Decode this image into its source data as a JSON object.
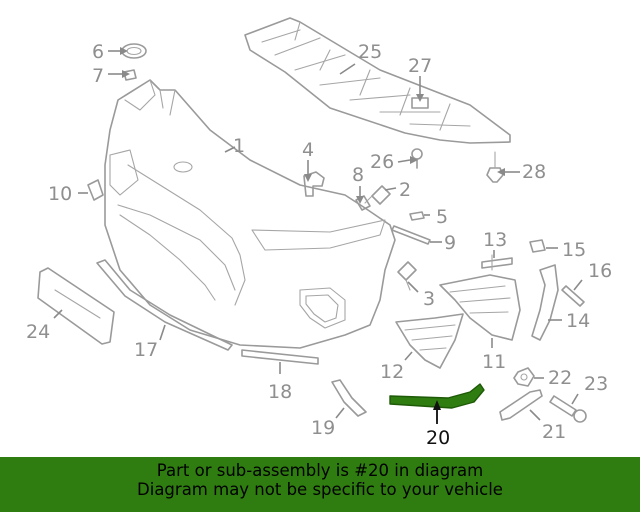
{
  "highlight_color": "#2f7d10",
  "highlighted_part": "20",
  "callouts": {
    "c1": "1",
    "c2": "2",
    "c3": "3",
    "c4": "4",
    "c5": "5",
    "c6": "6",
    "c7": "7",
    "c8": "8",
    "c9": "9",
    "c10": "10",
    "c11": "11",
    "c12": "12",
    "c13": "13",
    "c14": "14",
    "c15": "15",
    "c16": "16",
    "c17": "17",
    "c18": "18",
    "c19": "19",
    "c20": "20",
    "c21": "21",
    "c22": "22",
    "c23": "23",
    "c24": "24",
    "c25": "25",
    "c26": "26",
    "c27": "27",
    "c28": "28"
  },
  "banner": {
    "line1": "Part or sub-assembly is #20 in diagram",
    "line2": "Diagram may not be specific to your vehicle"
  }
}
